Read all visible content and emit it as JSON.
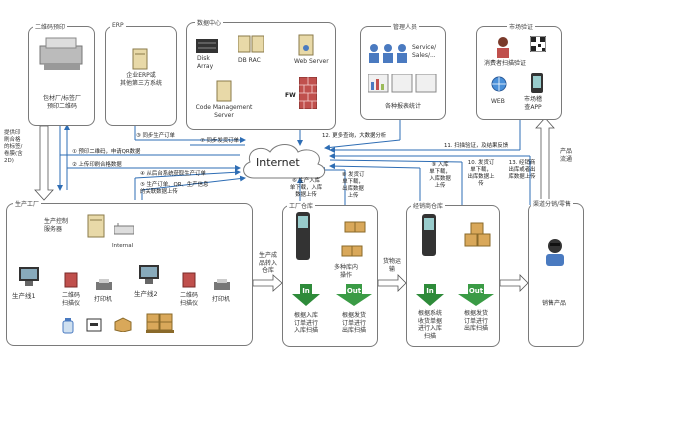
{
  "boxes": {
    "packaging": {
      "title": "二维码预印",
      "caption": "包材厂/标签厂\n预印二维码"
    },
    "erp": {
      "title": "ERP",
      "caption": "企业ERP或\n其他第三方系统"
    },
    "datacenter": {
      "title": "数据中心",
      "disk_array": "Disk\nArray",
      "db_rac": "DB RAC",
      "web_server": "Web Server",
      "code_server": "Code Management\nServer",
      "fw": "FW"
    },
    "management": {
      "title": "管理人员",
      "service": "Service/\nSales/...",
      "reports": "各种报表统计"
    },
    "market": {
      "title": "市场验证",
      "consumer": "消费者扫描验证",
      "web": "WEB",
      "app": "市场稽\n查APP"
    },
    "factory": {
      "title": "生产工厂",
      "control_server": "生产控制\n服务器",
      "internal": "Internal",
      "line1": "生产线1",
      "line2": "生产线2",
      "scanner1": "二维码\n扫描仪",
      "scanner2": "二维码\n扫描仪",
      "printer1": "打印机",
      "printer2": "打印机"
    },
    "warehouse": {
      "title": "工厂仓库",
      "ops": "多种库内\n操作",
      "in_label": "In",
      "out_label": "Out",
      "in_caption": "根据入库\n订单进行\n入库扫描",
      "out_caption": "根据发货\n订单进行\n出库扫描"
    },
    "distributor": {
      "title": "经销商仓库",
      "in_label": "In",
      "out_label": "Out",
      "in_caption": "根据系统\n收货单据\n进行入库\n扫描",
      "out_caption": "根据发货\n订单进行\n出库扫描"
    },
    "retail": {
      "title": "渠道分销/零售",
      "sale": "销售产品"
    }
  },
  "internet": "Internet",
  "steps": {
    "s1": "① 预印二维码，申请QR数据",
    "s2": "② 上传印刷合格数据",
    "s3": "③ 同步生产订单",
    "s4": "④ 从后台系统获取生产订单",
    "s5": "⑤ 生产订单、QR、生产信息\n的关联数据上传",
    "s6": "⑥ 生产入库\n单下载，入库\n数据上传",
    "s7": "⑦ 同步发货订单",
    "s8": "⑧ 发货订\n单下载，\n出库数据\n上传",
    "s9": "⑨ 入库\n单下载，\n入库数据\n上传",
    "s10": "10. 发货订\n单下载，\n出库数据上\n传",
    "s11": "11. 扫描验证，及结果反馈",
    "s12": "12. 更多查询，大数据分析",
    "s13": "13. 经销商\n出库或者出\n库数据上传"
  },
  "flows": {
    "print_pass": "提供印\n刷合格\n的标签/\n卷膜(含\n2D)",
    "finished_goods": "生产成\n品转入\n仓库",
    "shipping": "货物运\n输",
    "circulation": "产品\n流通"
  },
  "colors": {
    "arrow_blue": "#2e6db4",
    "in_green": "#2e8b3a",
    "out_green": "#3a9b45",
    "box_border": "#7a7a7a"
  }
}
